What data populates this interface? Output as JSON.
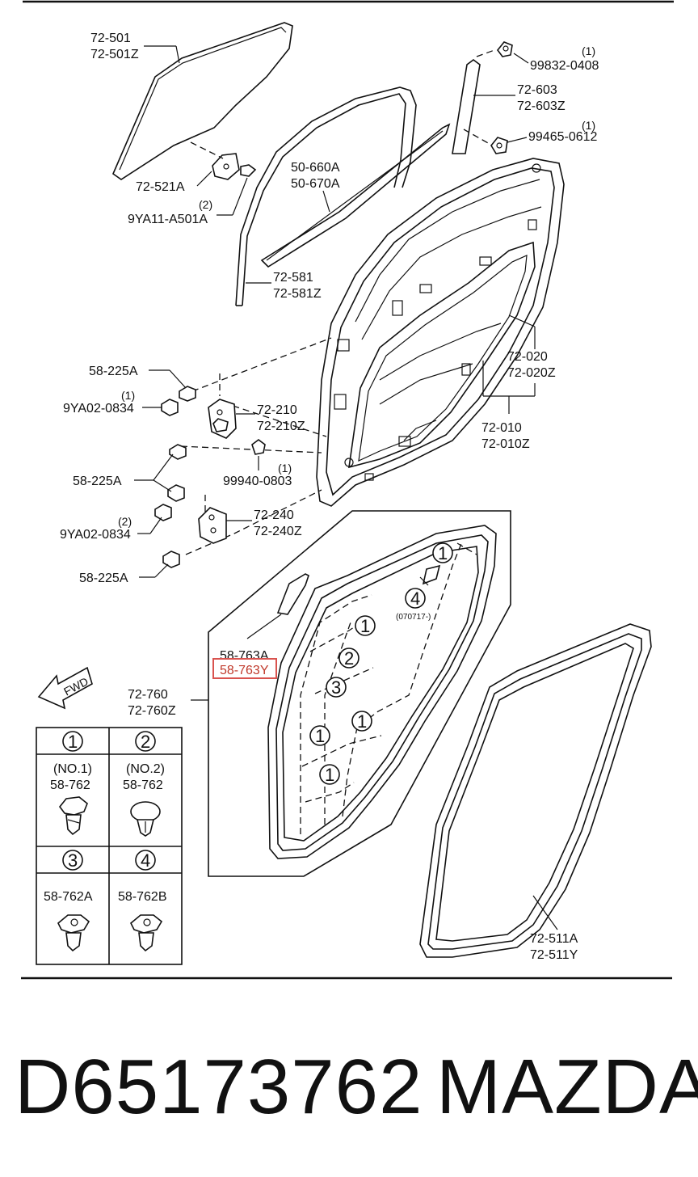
{
  "labels": {
    "l72_501": "72-501",
    "l72_501z": "72-501Z",
    "l72_521a": "72-521A",
    "q2a": "(2)",
    "l9ya11": "9YA11-A501A",
    "l50_660a": "50-660A",
    "l50_670a": "50-670A",
    "l72_581": "72-581",
    "l72_581z": "72-581Z",
    "q1a": "(1)",
    "l99832": "99832-0408",
    "l72_603": "72-603",
    "l72_603z": "72-603Z",
    "q1b": "(1)",
    "l99465": "99465-0612",
    "l72_020": "72-020",
    "l72_020z": "72-020Z",
    "l72_010": "72-010",
    "l72_010z": "72-010Z",
    "l58_225a_1": "58-225A",
    "q1c": "(1)",
    "l9ya02_a": "9YA02-0834",
    "l72_210": "72-210",
    "l72_210z": "72-210Z",
    "l58_225a_2": "58-225A",
    "q1d": "(1)",
    "l99940": "99940-0803",
    "q2b": "(2)",
    "l9ya02_b": "9YA02-0834",
    "l72_240": "72-240",
    "l72_240z": "72-240Z",
    "l58_225a_3": "58-225A",
    "l58_763a": "58-763A",
    "l58_763y": "58-763Y",
    "l72_760": "72-760",
    "l72_760z": "72-760Z",
    "l72_511a": "72-511A",
    "l72_511y": "72-511Y",
    "date_code": "(070717-)",
    "fwd": "FWD"
  },
  "callouts": {
    "c1_top": "1",
    "c4": "4",
    "c1_mid": "1",
    "c2": "2",
    "c3": "3",
    "c1_a": "1",
    "c1_b": "1",
    "c1_c": "1"
  },
  "legend": {
    "h1": "1",
    "h2": "2",
    "h3": "3",
    "h4": "4",
    "n1": "(NO.1)",
    "p1": "58-762",
    "n2": "(NO.2)",
    "p2": "58-762",
    "p3": "58-762A",
    "p4": "58-762B"
  },
  "footer": {
    "part_number": "D65173762",
    "brand": "MAZDA"
  },
  "colors": {
    "line": "#111111",
    "highlight": "#d9534f"
  }
}
